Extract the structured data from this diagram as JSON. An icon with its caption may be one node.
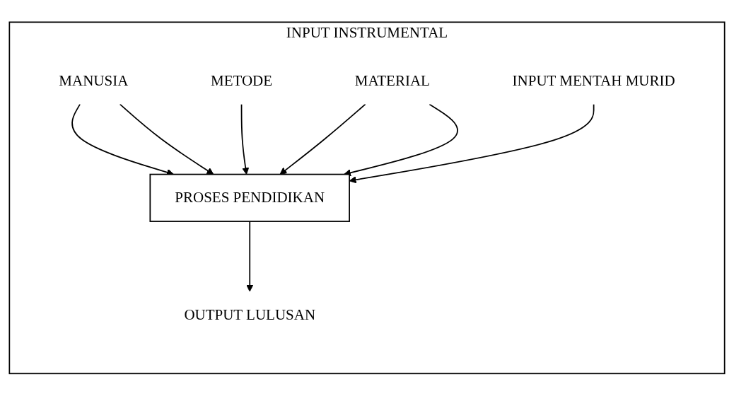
{
  "diagram": {
    "nodes": [
      {
        "text": [
          "INPUT INSTRUMENTAL"
        ]
      },
      {
        "text": [
          "MANUSIA"
        ],
        "in": 0
      },
      {
        "text": [
          "METODE"
        ],
        "in": 0
      },
      {
        "text": [
          "MATERIAL"
        ],
        "in": 0
      },
      {
        "text": [
          "INPUT MENTAH MURID"
        ],
        "in": 0
      },
      {
        "text": [
          "PROSES PENDIDIKAN"
        ],
        "in": 0
      },
      {
        "text": [
          "OUTPUT LULUSAN"
        ],
        "in": 0
      }
    ],
    "edges": [
      {
        "from": 1,
        "to": 5,
        "arrow": "to"
      },
      {
        "from": 1,
        "to": 5,
        "arrow": "to"
      },
      {
        "from": 2,
        "to": 5,
        "arrow": "to"
      },
      {
        "from": 3,
        "to": 5,
        "arrow": "to"
      },
      {
        "from": 3,
        "to": 5,
        "arrow": "to"
      },
      {
        "from": 4,
        "to": 5,
        "arrow": "to"
      },
      {
        "from": 5,
        "to": 6,
        "arrow": "to"
      }
    ]
  }
}
